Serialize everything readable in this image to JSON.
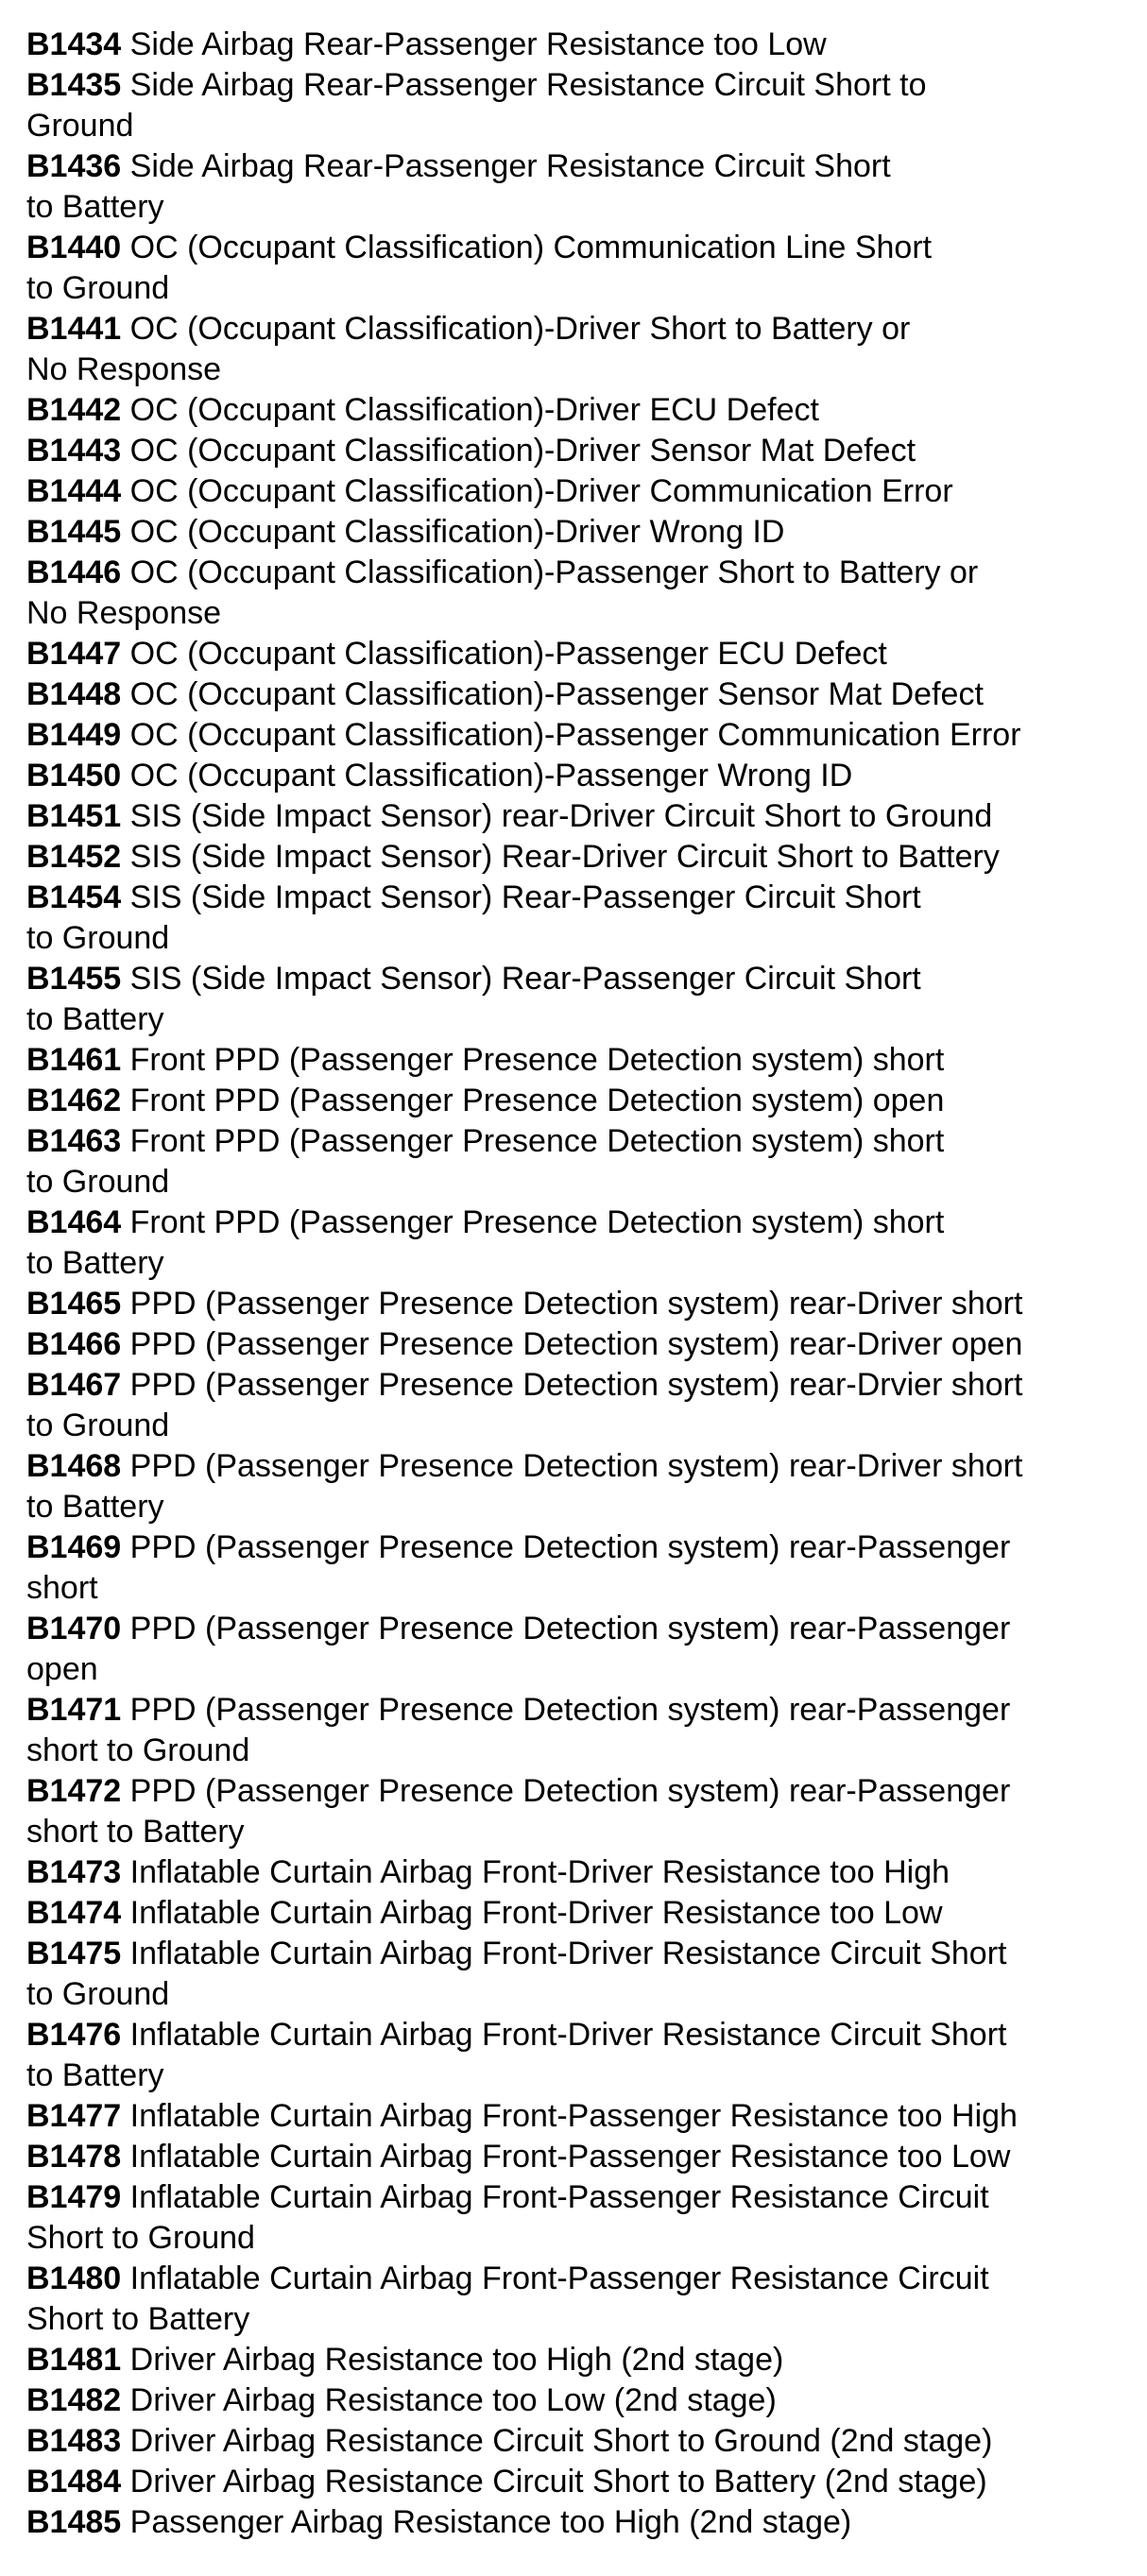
{
  "colors": {
    "background": "#ffffff",
    "text": "#000000"
  },
  "document": {
    "kind": "diagnostic-trouble-code-list"
  },
  "entries": [
    {
      "code": "B1434",
      "desc": "Side Airbag Rear-Passenger Resistance too Low"
    },
    {
      "code": "B1435",
      "desc": "Side Airbag Rear-Passenger Resistance Circuit Short to\nGround"
    },
    {
      "code": "B1436",
      "desc": "Side Airbag Rear-Passenger Resistance Circuit Short\nto Battery"
    },
    {
      "code": "B1440",
      "desc": "OC (Occupant Classification) Communication Line Short\nto Ground"
    },
    {
      "code": "B1441",
      "desc": "OC (Occupant Classification)-Driver Short to Battery or\nNo Response"
    },
    {
      "code": "B1442",
      "desc": "OC (Occupant Classification)-Driver ECU Defect"
    },
    {
      "code": "B1443",
      "desc": "OC (Occupant Classification)-Driver Sensor Mat Defect"
    },
    {
      "code": "B1444",
      "desc": "OC (Occupant Classification)-Driver Communication Error"
    },
    {
      "code": "B1445",
      "desc": "OC (Occupant Classification)-Driver Wrong ID"
    },
    {
      "code": "B1446",
      "desc": "OC (Occupant Classification)-Passenger Short to Battery or\nNo Response"
    },
    {
      "code": "B1447",
      "desc": "OC (Occupant Classification)-Passenger ECU Defect"
    },
    {
      "code": "B1448",
      "desc": "OC (Occupant Classification)-Passenger Sensor Mat Defect"
    },
    {
      "code": "B1449",
      "desc": "OC (Occupant Classification)-Passenger Communication Error"
    },
    {
      "code": "B1450",
      "desc": "OC (Occupant Classification)-Passenger Wrong ID"
    },
    {
      "code": "B1451",
      "desc": "SIS (Side Impact Sensor) rear-Driver Circuit Short to Ground"
    },
    {
      "code": "B1452",
      "desc": "SIS (Side Impact Sensor) Rear-Driver Circuit Short to Battery"
    },
    {
      "code": "B1454",
      "desc": "SIS (Side Impact Sensor) Rear-Passenger Circuit Short\nto Ground"
    },
    {
      "code": "B1455",
      "desc": "SIS (Side Impact Sensor) Rear-Passenger Circuit Short\nto Battery"
    },
    {
      "code": "B1461",
      "desc": "Front PPD (Passenger Presence Detection system) short"
    },
    {
      "code": "B1462",
      "desc": "Front PPD (Passenger Presence Detection system) open"
    },
    {
      "code": "B1463",
      "desc": "Front PPD (Passenger Presence Detection system) short\nto Ground"
    },
    {
      "code": "B1464",
      "desc": "Front PPD (Passenger Presence Detection system) short\nto Battery"
    },
    {
      "code": "B1465",
      "desc": "PPD (Passenger Presence Detection system) rear-Driver short"
    },
    {
      "code": "B1466",
      "desc": "PPD (Passenger Presence Detection system) rear-Driver open"
    },
    {
      "code": "B1467",
      "desc": "PPD (Passenger Presence Detection system) rear-Drvier short\nto Ground"
    },
    {
      "code": "B1468",
      "desc": "PPD (Passenger Presence Detection system) rear-Driver short\nto Battery"
    },
    {
      "code": "B1469",
      "desc": "PPD (Passenger Presence Detection system) rear-Passenger\nshort"
    },
    {
      "code": "B1470",
      "desc": "PPD (Passenger Presence Detection system) rear-Passenger\nopen"
    },
    {
      "code": "B1471",
      "desc": "PPD (Passenger Presence Detection system) rear-Passenger\nshort to Ground"
    },
    {
      "code": "B1472",
      "desc": "PPD (Passenger Presence Detection system) rear-Passenger\nshort to Battery"
    },
    {
      "code": "B1473",
      "desc": "Inflatable Curtain Airbag Front-Driver Resistance too High"
    },
    {
      "code": "B1474",
      "desc": "Inflatable Curtain Airbag Front-Driver Resistance too Low"
    },
    {
      "code": "B1475",
      "desc": "Inflatable Curtain Airbag Front-Driver Resistance Circuit Short\nto Ground"
    },
    {
      "code": "B1476",
      "desc": "Inflatable Curtain Airbag Front-Driver Resistance Circuit Short\nto Battery"
    },
    {
      "code": "B1477",
      "desc": "Inflatable Curtain Airbag Front-Passenger Resistance too High"
    },
    {
      "code": "B1478",
      "desc": "Inflatable Curtain Airbag Front-Passenger Resistance too Low"
    },
    {
      "code": "B1479",
      "desc": "Inflatable Curtain Airbag Front-Passenger Resistance Circuit\nShort to Ground"
    },
    {
      "code": "B1480",
      "desc": "Inflatable Curtain Airbag Front-Passenger Resistance Circuit\nShort to Battery"
    },
    {
      "code": "B1481",
      "desc": "Driver Airbag Resistance too High (2nd stage)"
    },
    {
      "code": "B1482",
      "desc": "Driver Airbag Resistance too Low (2nd stage)"
    },
    {
      "code": "B1483",
      "desc": "Driver Airbag Resistance Circuit Short to Ground (2nd stage)"
    },
    {
      "code": "B1484",
      "desc": "Driver Airbag Resistance Circuit Short to Battery (2nd stage)"
    },
    {
      "code": "B1485",
      "desc": "Passenger Airbag Resistance too High (2nd stage)"
    }
  ]
}
